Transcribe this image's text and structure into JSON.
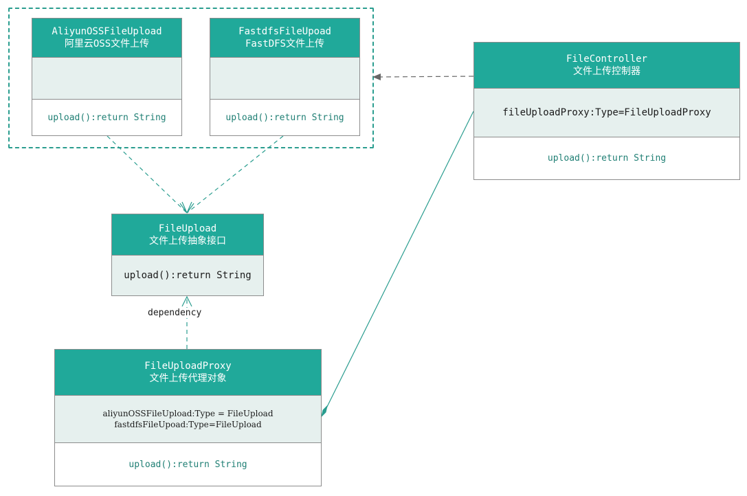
{
  "diagram": {
    "classes": {
      "aliyun": {
        "name": "AliyunOSSFileUpload",
        "subtitle": "阿里云OSS文件上传",
        "attributes": [],
        "operation": "upload():return String"
      },
      "fastdfs": {
        "name": "FastdfsFileUpoad",
        "subtitle": "FastDFS文件上传",
        "attributes": [],
        "operation": "upload():return String"
      },
      "controller": {
        "name": "FileController",
        "subtitle": "文件上传控制器",
        "attributes": [
          "fileUploadProxy:Type=FileUploadProxy"
        ],
        "operation": "upload():return String"
      },
      "fileupload": {
        "name": "FileUpload",
        "subtitle": "文件上传抽象接口",
        "operation": "upload():return String"
      },
      "proxy": {
        "name": "FileUploadProxy",
        "subtitle": "文件上传代理对象",
        "attributes": [
          "aliyunOSSFileUpload:Type = FileUpload",
          "fastdfsFileUpoad:Type=FileUpload"
        ],
        "operation": "upload():return String"
      }
    },
    "edges": [
      {
        "from": "aliyun",
        "to": "fileupload",
        "style": "dashed",
        "arrow": "open",
        "label": ""
      },
      {
        "from": "fastdfs",
        "to": "fileupload",
        "style": "dashed",
        "arrow": "open",
        "label": ""
      },
      {
        "from": "proxy",
        "to": "fileupload",
        "style": "dashed",
        "arrow": "open",
        "label": "dependency"
      },
      {
        "from": "controller",
        "to": "group",
        "style": "dashed",
        "arrow": "filled",
        "label": ""
      },
      {
        "from": "controller",
        "to": "proxy",
        "style": "solid",
        "arrow": "diamond",
        "label": ""
      }
    ],
    "colors": {
      "header": "#20a99a",
      "attributes_bg": "#e6f0ee",
      "edge": "#2a9d8f",
      "border": "#8c8c8c"
    }
  }
}
